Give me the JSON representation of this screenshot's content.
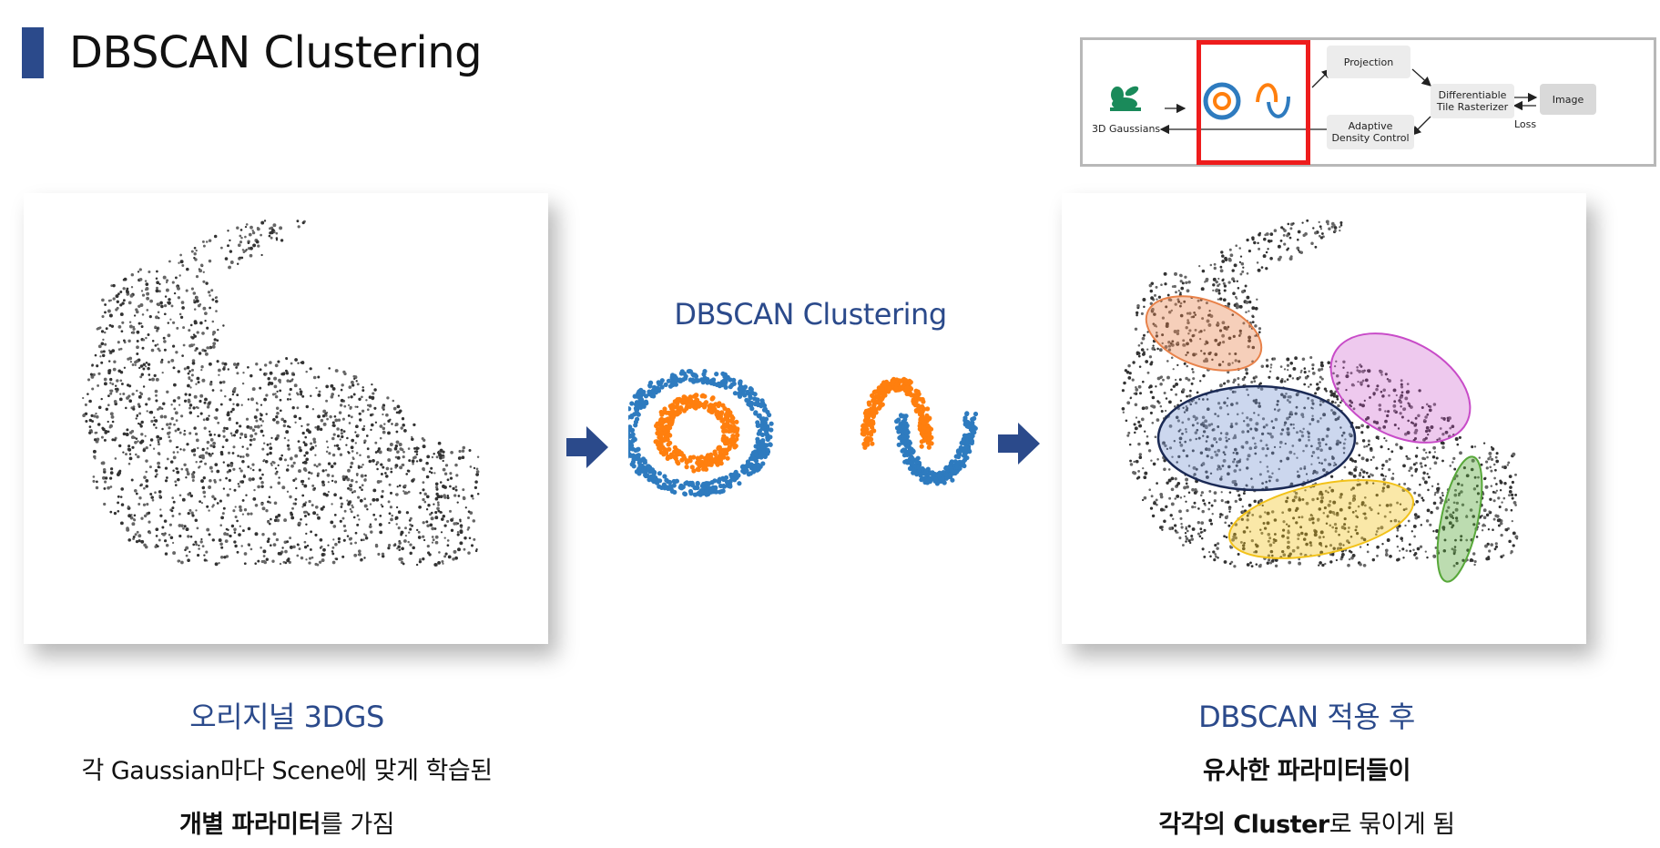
{
  "title": "DBSCAN Clustering",
  "pipeline": {
    "gaussians_label": "3D Gaussians",
    "projection": "Projection",
    "adaptive_line1": "Adaptive",
    "adaptive_line2": "Density Control",
    "rasterizer_line1": "Differentiable",
    "rasterizer_line2": "Tile Rasterizer",
    "image": "Image",
    "loss": "Loss"
  },
  "middle": {
    "title": "DBSCAN Clustering"
  },
  "left_caption": {
    "title": "오리지널 3DGS",
    "line1": "각 Gaussian마다 Scene에 맞게 학습된",
    "line2_bold": "개별 파라미터",
    "line2_rest": "를 가짐"
  },
  "right_caption": {
    "title": "DBSCAN 적용 후",
    "line1_bold": "유사한 파라미터들이",
    "line2_bold_a": "각각의 Cluster",
    "line2_rest": "로 묶이게 됨"
  },
  "colors": {
    "accent_blue": "#2b4a8b",
    "highlight_red": "#ee1c1c",
    "cluster_blue": "#2e7bbf",
    "cluster_orange": "#ff7f0e",
    "ellipse_orange": "#e8824a",
    "ellipse_magenta": "#c84bc8",
    "ellipse_navy": "#1b2a55",
    "ellipse_yellow": "#f2c21a",
    "ellipse_green": "#58a83a"
  }
}
